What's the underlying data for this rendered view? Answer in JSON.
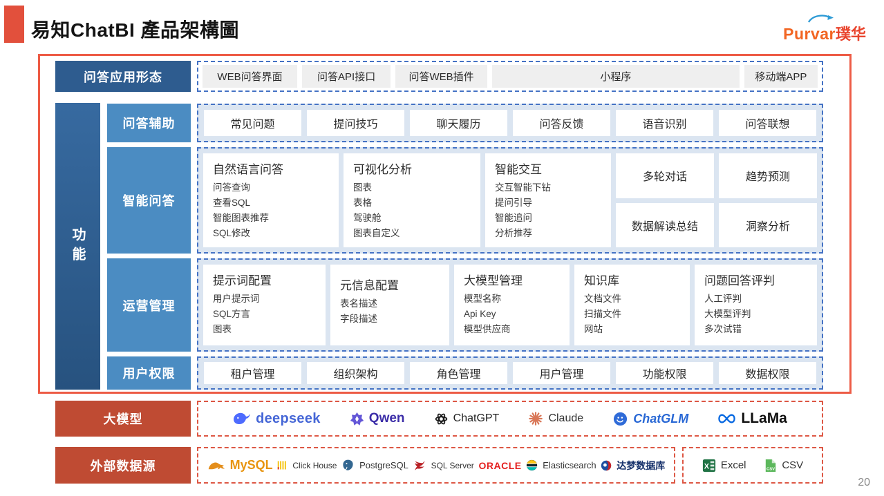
{
  "page": {
    "title": "易知ChatBI 產品架構圖",
    "page_number": "20"
  },
  "brand": {
    "en": "Purvar",
    "cn": "璞华"
  },
  "function_label": "功能",
  "app_forms": {
    "header": "问答应用形态",
    "items": [
      "WEB问答界面",
      "问答API接口",
      "问答WEB插件",
      "小程序",
      "移动端APP"
    ]
  },
  "qa_assist": {
    "header": "问答辅助",
    "items": [
      "常见问题",
      "提问技巧",
      "聊天履历",
      "问答反馈",
      "语音识别",
      "问答联想"
    ]
  },
  "smart_qa": {
    "header": "智能问答",
    "groups": [
      {
        "title": "自然语言问答",
        "items": [
          "问答查询",
          "查看SQL",
          "智能图表推荐",
          "SQL修改"
        ]
      },
      {
        "title": "可视化分析",
        "items": [
          "图表",
          "表格",
          "驾驶舱",
          "图表自定义"
        ]
      },
      {
        "title": "智能交互",
        "items": [
          "交互智能下钻",
          "提问引导",
          "智能追问",
          "分析推荐"
        ]
      }
    ],
    "cells": [
      "多轮对话",
      "趋势预测",
      "数据解读总结",
      "洞察分析"
    ]
  },
  "ops": {
    "header": "运营管理",
    "groups": [
      {
        "title": "提示词配置",
        "items": [
          "用户提示词",
          "SQL方言",
          "图表"
        ]
      },
      {
        "title": "元信息配置",
        "items": [
          "表名描述",
          "字段描述"
        ]
      },
      {
        "title": "大模型管理",
        "items": [
          "模型名称",
          "Api Key",
          "模型供应商"
        ]
      },
      {
        "title": "知识库",
        "items": [
          "文档文件",
          "扫描文件",
          "网站"
        ]
      },
      {
        "title": "问题回答评判",
        "items": [
          "人工评判",
          "大模型评判",
          "多次试错"
        ]
      }
    ]
  },
  "user_perm": {
    "header": "用户权限",
    "items": [
      "租户管理",
      "组织架构",
      "角色管理",
      "用户管理",
      "功能权限",
      "数据权限"
    ]
  },
  "llm": {
    "header": "大模型",
    "items": [
      "deepseek",
      "Qwen",
      "ChatGPT",
      "Claude",
      "ChatGLM",
      "LLaMa"
    ]
  },
  "datasources": {
    "header": "外部数据源",
    "items": [
      "MySQL",
      "Click House",
      "PostgreSQL",
      "SQL Server",
      "ORACLE",
      "Elasticsearch",
      "达梦数据库"
    ],
    "files": [
      "Excel",
      "CSV"
    ]
  },
  "colors": {
    "accent_red": "#E2503C",
    "frame_red": "#ED5B45",
    "header_dark_blue": "#2E5C8F",
    "header_light_blue": "#4B8CC2",
    "dashed_blue": "#4472C4",
    "panel_blue": "#DBE5F1",
    "header_brick": "#BF4B33",
    "dashed_red": "#DD5744"
  }
}
